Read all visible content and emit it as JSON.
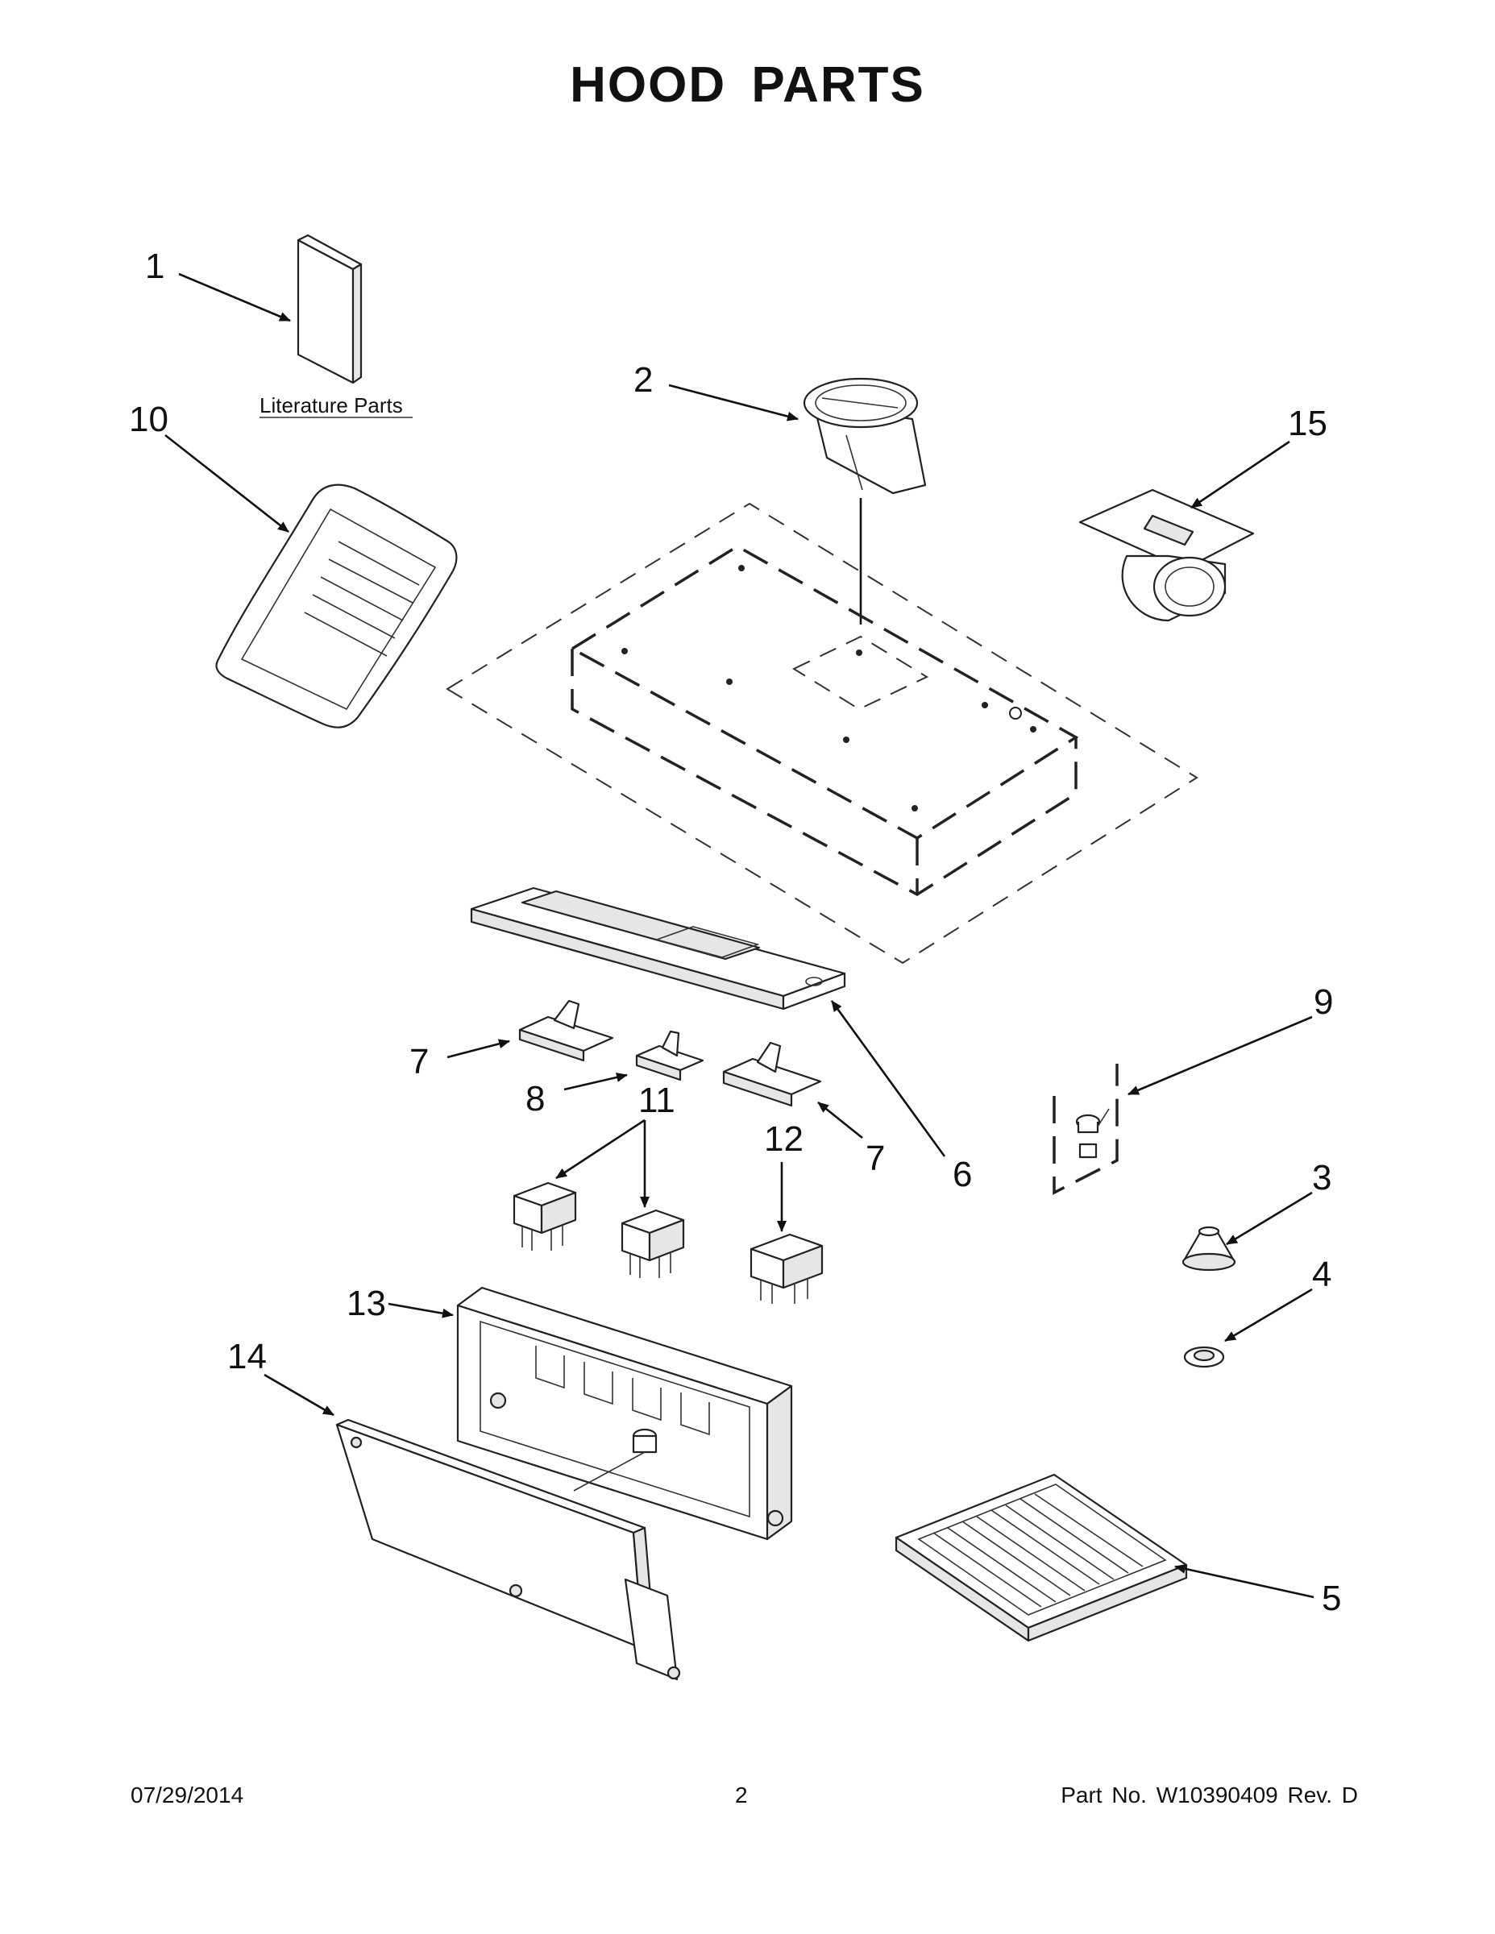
{
  "title": "HOOD PARTS",
  "literature_label": "Literature Parts",
  "callouts": {
    "c1": "1",
    "c2": "2",
    "c3": "3",
    "c4": "4",
    "c5": "5",
    "c6": "6",
    "c7a": "7",
    "c7b": "7",
    "c8": "8",
    "c9": "9",
    "c10": "10",
    "c11": "11",
    "c12": "12",
    "c13": "13",
    "c14": "14",
    "c15": "15"
  },
  "footer": {
    "date": "07/29/2014",
    "page": "2",
    "part_no": "Part No.  W10390409  Rev.  D"
  }
}
